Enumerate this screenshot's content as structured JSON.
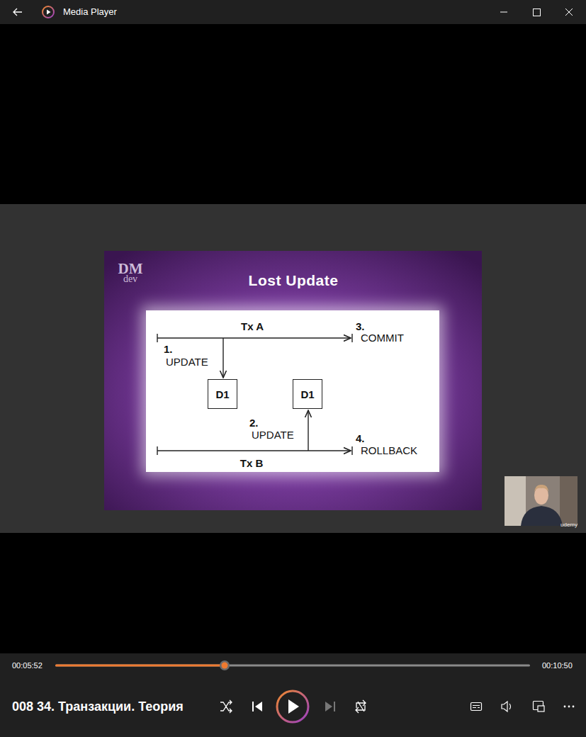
{
  "diagram": {
    "title": "Lost Update",
    "nodes": [
      {
        "text": [
          "D1"
        ]
      },
      {
        "text": [
          "D1"
        ]
      }
    ],
    "labels": [
      "Media Player",
      "DM",
      "dev",
      "Tx A",
      "1.",
      "UPDATE",
      "2.",
      "UPDATE",
      "3.",
      "COMMIT",
      "4.",
      "ROLLBACK",
      "Tx B",
      "udemy",
      "00:05:52",
      "00:10:50",
      "008 34. Транзакции. Теория"
    ]
  }
}
